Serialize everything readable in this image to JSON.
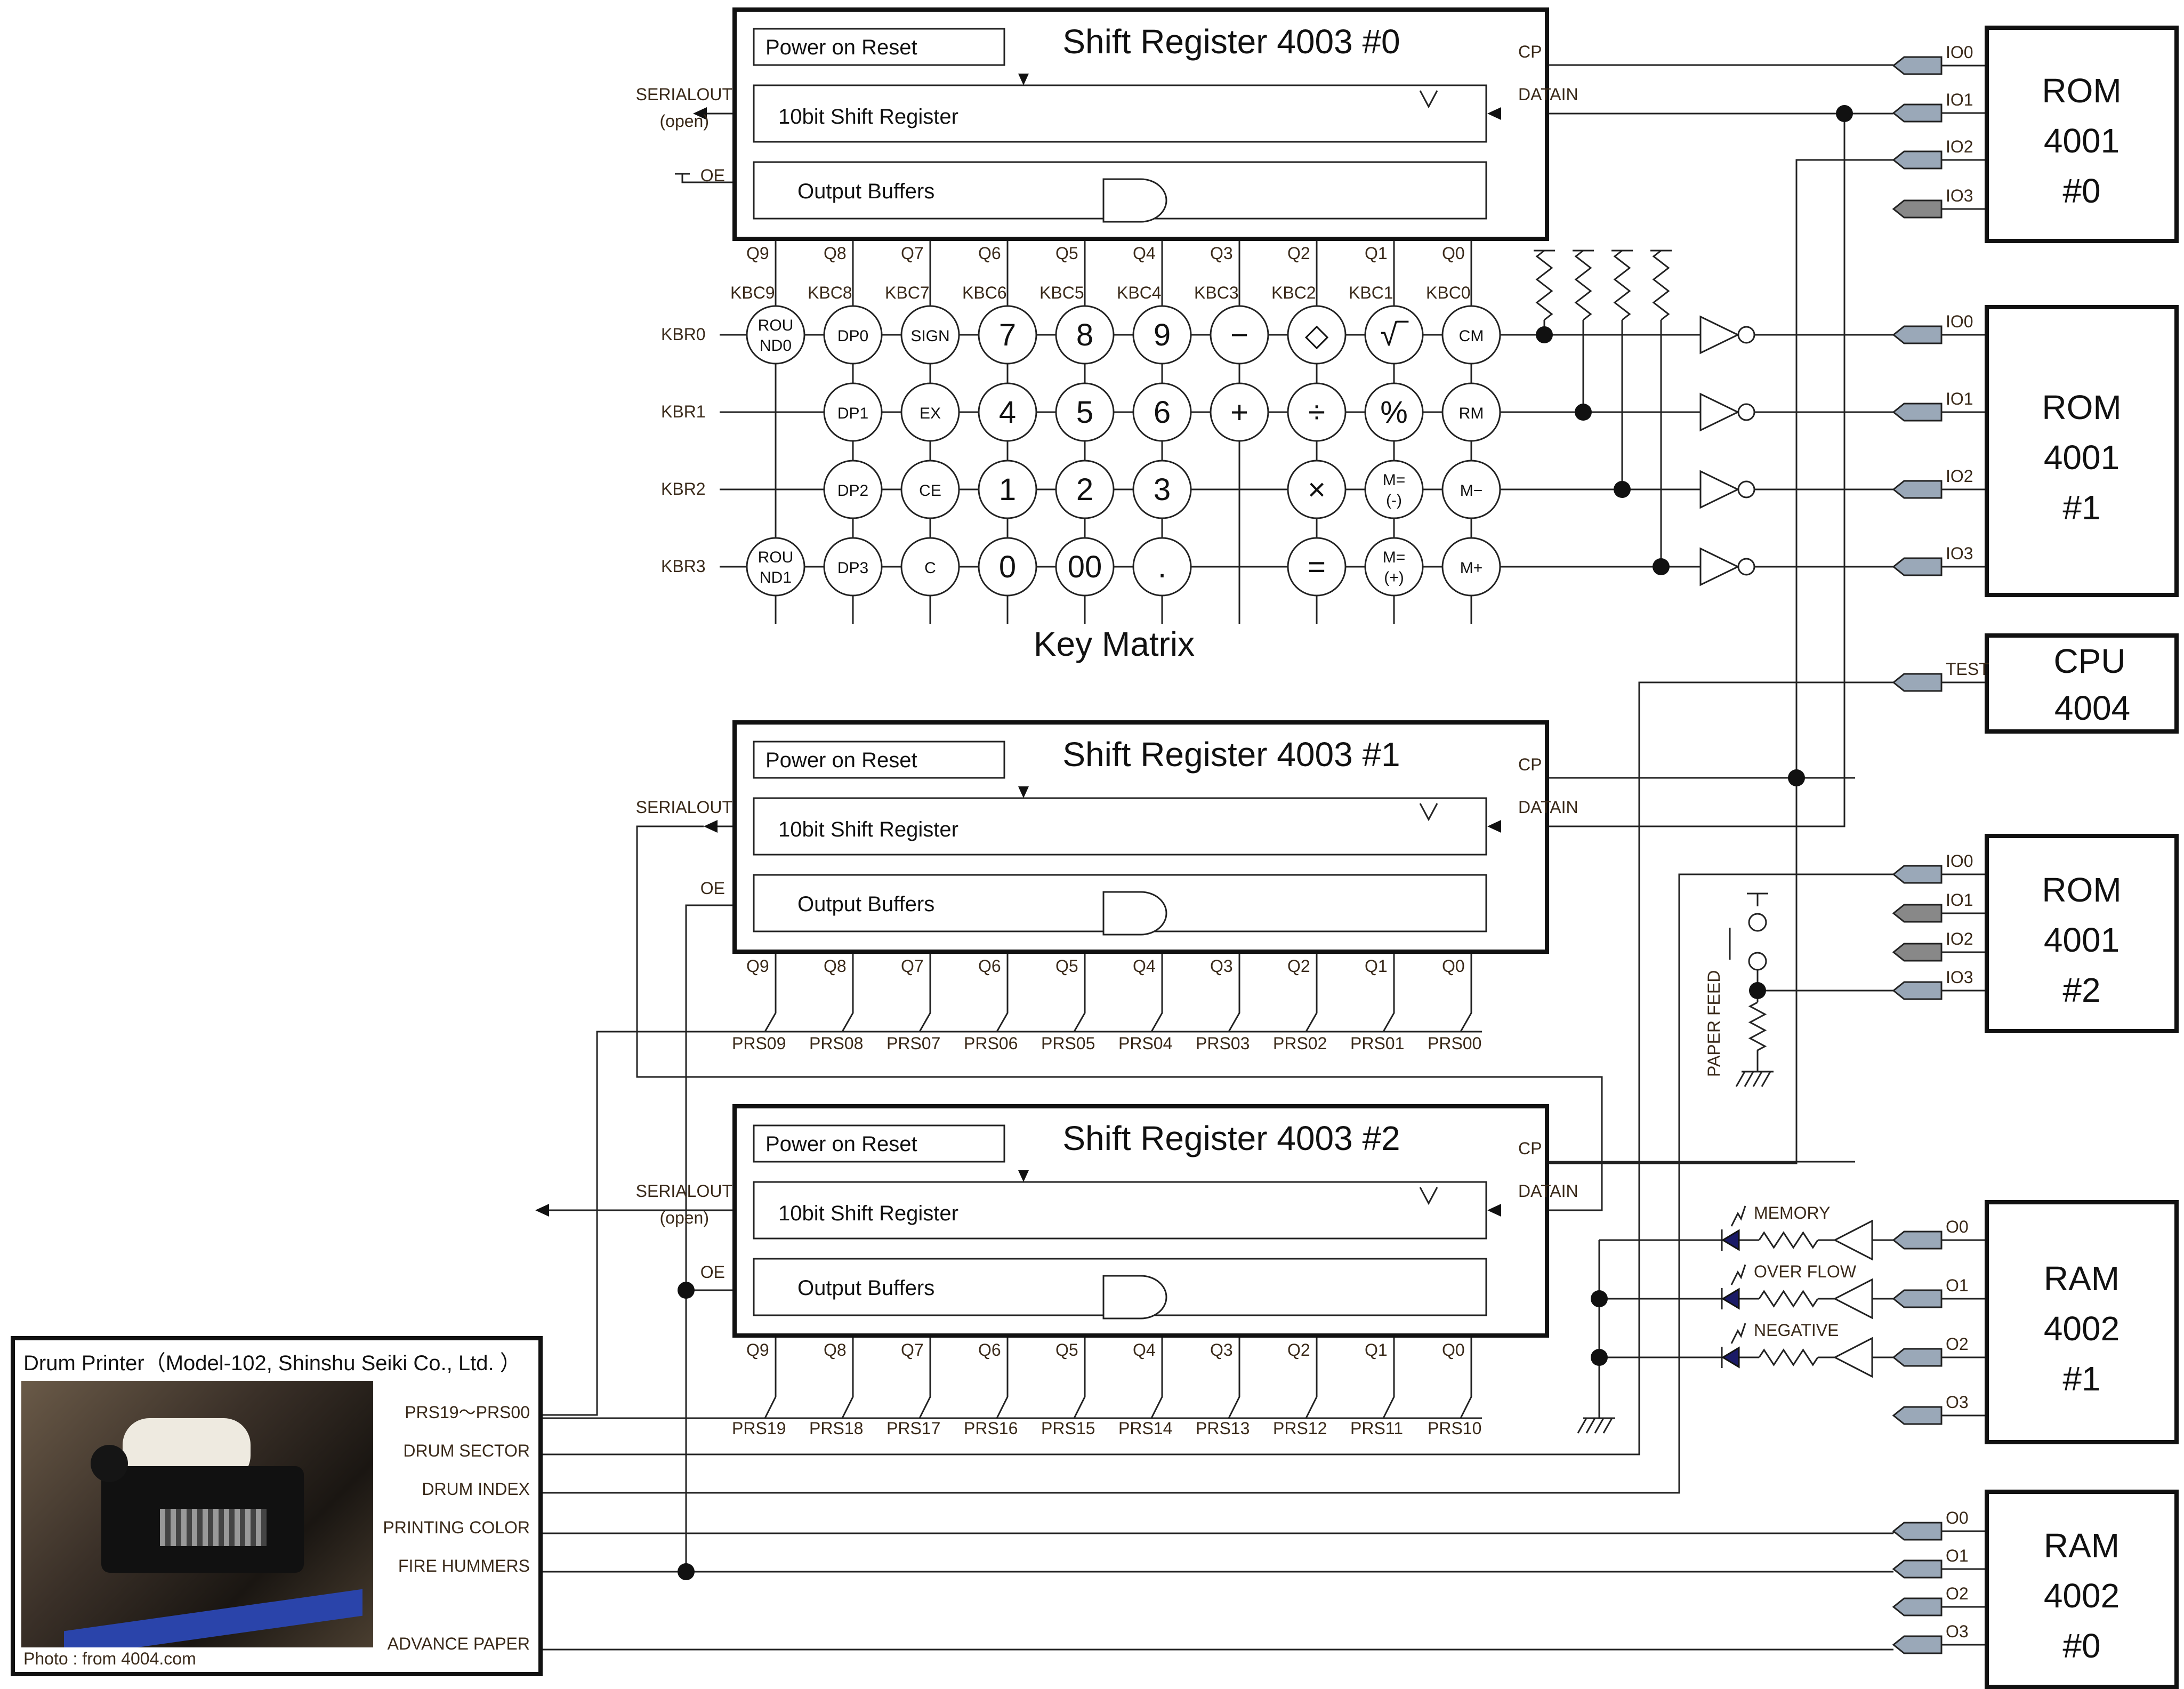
{
  "colors": {
    "line": "#222222",
    "connector_fill": "#9aa8b8",
    "connector_dark": "#888888",
    "led": "#1a1a66"
  },
  "shift_registers": [
    {
      "title": "Shift Register 4003 #0",
      "por": "Power on Reset",
      "shift": "10bit Shift Register",
      "outbuf": "Output Buffers",
      "cp": "CP",
      "datain": "DATAIN",
      "serialout": "SERIALOUT",
      "serialout_note": "(open)",
      "oe": "OE",
      "q": [
        "Q9",
        "Q8",
        "Q7",
        "Q6",
        "Q5",
        "Q4",
        "Q3",
        "Q2",
        "Q1",
        "Q0"
      ]
    },
    {
      "title": "Shift Register 4003 #1",
      "por": "Power on Reset",
      "shift": "10bit Shift Register",
      "outbuf": "Output Buffers",
      "cp": "CP",
      "datain": "DATAIN",
      "serialout": "SERIALOUT",
      "oe": "OE",
      "q": [
        "Q9",
        "Q8",
        "Q7",
        "Q6",
        "Q5",
        "Q4",
        "Q3",
        "Q2",
        "Q1",
        "Q0"
      ],
      "prs": [
        "PRS09",
        "PRS08",
        "PRS07",
        "PRS06",
        "PRS05",
        "PRS04",
        "PRS03",
        "PRS02",
        "PRS01",
        "PRS00"
      ]
    },
    {
      "title": "Shift Register 4003 #2",
      "por": "Power on Reset",
      "shift": "10bit Shift Register",
      "outbuf": "Output Buffers",
      "cp": "CP",
      "datain": "DATAIN",
      "serialout": "SERIALOUT",
      "serialout_note": "(open)",
      "oe": "OE",
      "q": [
        "Q9",
        "Q8",
        "Q7",
        "Q6",
        "Q5",
        "Q4",
        "Q3",
        "Q2",
        "Q1",
        "Q0"
      ],
      "prs": [
        "PRS19",
        "PRS18",
        "PRS17",
        "PRS16",
        "PRS15",
        "PRS14",
        "PRS13",
        "PRS12",
        "PRS11",
        "PRS10"
      ]
    }
  ],
  "keyboard": {
    "title": "Key Matrix",
    "kbc": [
      "KBC9",
      "KBC8",
      "KBC7",
      "KBC6",
      "KBC5",
      "KBC4",
      "KBC3",
      "KBC2",
      "KBC1",
      "KBC0"
    ],
    "kbr": [
      "KBR0",
      "KBR1",
      "KBR2",
      "KBR3"
    ],
    "rows": [
      [
        "ROU ND0",
        "DP0",
        "SIGN",
        "7",
        "8",
        "9",
        "−",
        "◇",
        "√‾",
        "CM"
      ],
      [
        "",
        "DP1",
        "EX",
        "4",
        "5",
        "6",
        "+",
        "÷",
        "%",
        "RM"
      ],
      [
        "",
        "DP2",
        "CE",
        "1",
        "2",
        "3",
        "",
        "×",
        "M= (-)",
        "M−"
      ],
      [
        "ROU ND1",
        "DP3",
        "C",
        "0",
        "00",
        ".",
        "",
        "=",
        "M= (+)",
        "M+"
      ]
    ]
  },
  "chips": [
    {
      "name": "ROM",
      "part": "4001",
      "num": "#0",
      "pins": [
        "IO0",
        "IO1",
        "IO2",
        "IO3"
      ]
    },
    {
      "name": "ROM",
      "part": "4001",
      "num": "#1",
      "pins": [
        "IO0",
        "IO1",
        "IO2",
        "IO3"
      ]
    },
    {
      "name": "CPU",
      "part": "4004",
      "num": "",
      "pins": [
        "TEST"
      ]
    },
    {
      "name": "ROM",
      "part": "4001",
      "num": "#2",
      "pins": [
        "IO0",
        "IO1",
        "IO2",
        "IO3"
      ]
    },
    {
      "name": "RAM",
      "part": "4002",
      "num": "#1",
      "pins": [
        "O0",
        "O1",
        "O2",
        "O3"
      ]
    },
    {
      "name": "RAM",
      "part": "4002",
      "num": "#0",
      "pins": [
        "O0",
        "O1",
        "O2",
        "O3"
      ]
    }
  ],
  "leds": [
    "MEMORY",
    "OVER FLOW",
    "NEGATIVE"
  ],
  "paper_feed": "PAPER FEED",
  "printer": {
    "title": "Drum Printer（Model-102, Shinshu Seiki Co., Ltd. ）",
    "photo_credit": "Photo : from 4004.com",
    "signals": [
      "PRS19～PRS00",
      "DRUM SECTOR",
      "DRUM INDEX",
      "PRINTING COLOR",
      "FIRE HUMMERS",
      "ADVANCE PAPER"
    ]
  }
}
